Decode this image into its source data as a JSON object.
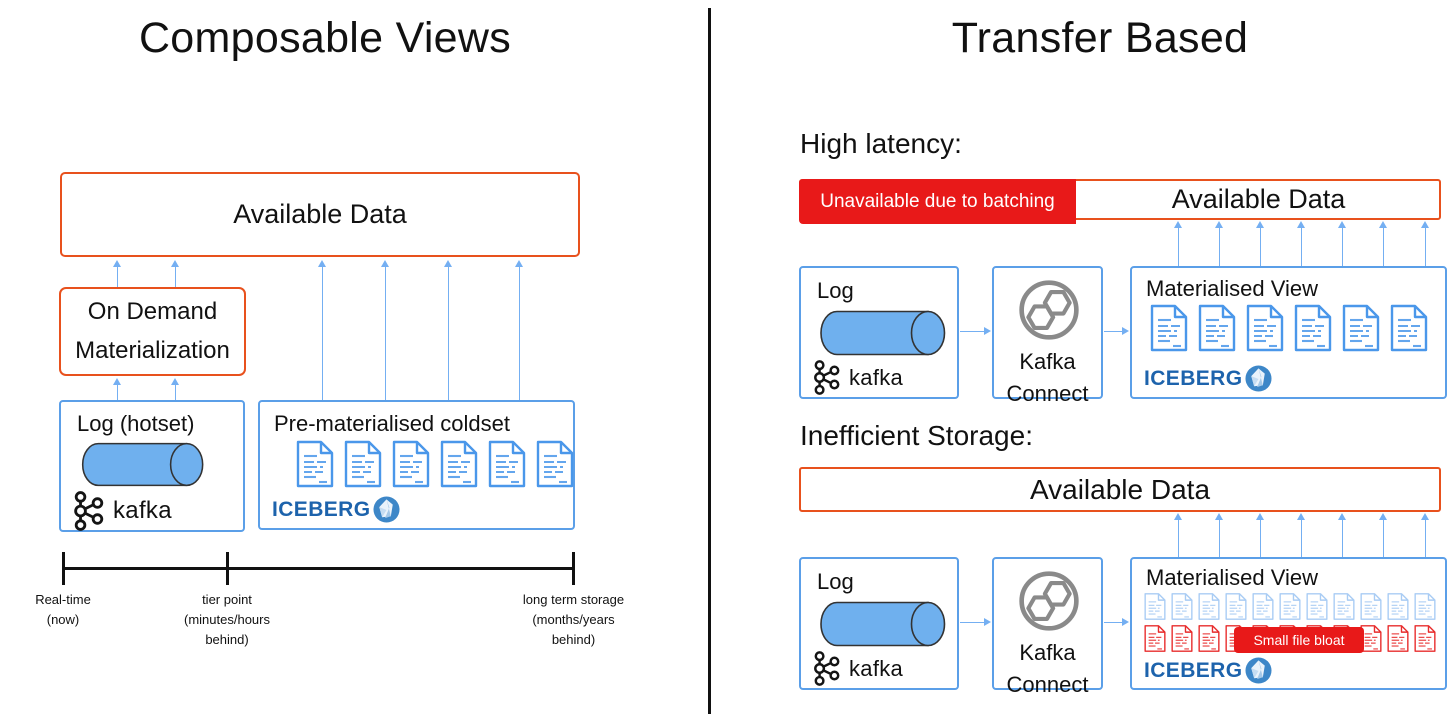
{
  "colors": {
    "accent_orange": "#e8511d",
    "alert_red": "#e81919",
    "box_blue": "#5b9fe8",
    "arrow_blue": "#74aff2",
    "doc_blue": "#4a97ea",
    "doc_faded_blue": "#a9ccf4",
    "doc_red": "#e82c2c",
    "iceberg_blue": "#1d63ac",
    "connect_gray": "#8a8a8a",
    "cylinder_blue": "#6fb0ee"
  },
  "icons": {
    "kafka": "kafka-molecule-circles",
    "iceberg": "iceberg-in-blue-circle",
    "kafka_connect": "interlocked-hexagons-in-ring",
    "document": "file-page-with-text-lines",
    "log": "horizontal-blue-cylinder",
    "flow_up": "thin-blue-up-arrow",
    "flow_right": "thin-blue-right-arrow"
  },
  "left": {
    "title": "Composable Views",
    "available_box": {
      "label": "Available Data"
    },
    "on_demand_box": {
      "label": "On Demand\nMaterialization"
    },
    "log_box": {
      "label": "Log (hotset)",
      "kafka_wordmark": "kafka"
    },
    "coldset_box": {
      "label": "Pre-materialised coldset",
      "iceberg_wordmark": "ICEBERG",
      "file_count": 6
    },
    "timeline": {
      "marks": [
        {
          "label": "Real-time\n(now)"
        },
        {
          "label": "tier point\n(minutes/hours\nbehind)"
        },
        {
          "label": "long term storage\n(months/years\nbehind)"
        }
      ]
    }
  },
  "right": {
    "title": "Transfer Based",
    "high_latency": {
      "heading": "High latency:",
      "unavailable_label": "Unavailable due to batching",
      "available_label": "Available Data",
      "log_box": {
        "label": "Log",
        "kafka_wordmark": "kafka"
      },
      "connect_box": {
        "label": "Kafka\nConnect"
      },
      "mv_box": {
        "label": "Materialised View",
        "iceberg_wordmark": "ICEBERG",
        "file_count": 6
      }
    },
    "inefficient_storage": {
      "heading": "Inefficient Storage:",
      "available_label": "Available Data",
      "log_box": {
        "label": "Log",
        "kafka_wordmark": "kafka"
      },
      "connect_box": {
        "label": "Kafka\nConnect"
      },
      "mv_box": {
        "label": "Materialised View",
        "iceberg_wordmark": "ICEBERG",
        "faded_file_count": 11,
        "red_file_count": 11,
        "badge": "Small file bloat"
      }
    }
  }
}
